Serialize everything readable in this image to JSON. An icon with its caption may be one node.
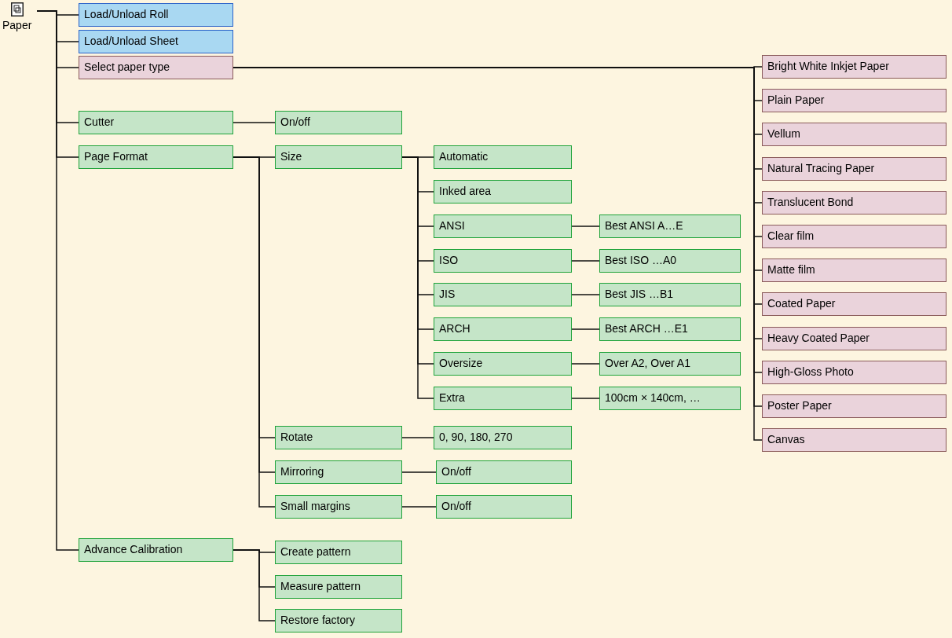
{
  "diagram": {
    "nodes": [
      {
        "text": [
          "Paper"
        ]
      },
      {
        "text": [
          "Load/Unload Roll"
        ]
      },
      {
        "text": [
          "Load/Unload Sheet"
        ]
      },
      {
        "text": [
          "Select paper type"
        ]
      },
      {
        "text": [
          "Bright White Inkjet Paper"
        ]
      },
      {
        "text": [
          "Plain Paper"
        ]
      },
      {
        "text": [
          "Vellum"
        ]
      },
      {
        "text": [
          "Natural Tracing Paper"
        ]
      },
      {
        "text": [
          "Translucent Bond"
        ]
      },
      {
        "text": [
          "Clear film"
        ]
      },
      {
        "text": [
          "Matte film"
        ]
      },
      {
        "text": [
          "Coated Paper"
        ]
      },
      {
        "text": [
          "Heavy Coated Paper"
        ]
      },
      {
        "text": [
          "High-Gloss Photo"
        ]
      },
      {
        "text": [
          "Poster Paper"
        ]
      },
      {
        "text": [
          "Canvas"
        ]
      },
      {
        "text": [
          "Cutter"
        ]
      },
      {
        "text": [
          "On/off"
        ]
      },
      {
        "text": [
          "Page Format"
        ]
      },
      {
        "text": [
          "Size"
        ]
      },
      {
        "text": [
          "Automatic"
        ]
      },
      {
        "text": [
          "Inked area"
        ]
      },
      {
        "text": [
          "ANSI"
        ]
      },
      {
        "text": [
          "Best ANSI A…E"
        ]
      },
      {
        "text": [
          "ISO"
        ]
      },
      {
        "text": [
          "Best ISO …A0"
        ]
      },
      {
        "text": [
          "JIS"
        ]
      },
      {
        "text": [
          "Best JIS …B1"
        ]
      },
      {
        "text": [
          "ARCH"
        ]
      },
      {
        "text": [
          "Best ARCH …E1"
        ]
      },
      {
        "text": [
          "Oversize"
        ]
      },
      {
        "text": [
          "Over A2, Over A1"
        ]
      },
      {
        "text": [
          "Extra"
        ]
      },
      {
        "text": [
          "100cm × 140cm, …"
        ]
      },
      {
        "text": [
          "Rotate"
        ]
      },
      {
        "text": [
          "0, 90, 180, 270"
        ]
      },
      {
        "text": [
          "Mirroring"
        ]
      },
      {
        "text": [
          "On/off"
        ]
      },
      {
        "text": [
          "Small margins"
        ]
      },
      {
        "text": [
          "On/off"
        ]
      },
      {
        "text": [
          "Advance Calibration"
        ]
      },
      {
        "text": [
          "Create pattern"
        ]
      },
      {
        "text": [
          "Measure pattern"
        ]
      },
      {
        "text": [
          "Restore factory"
        ]
      }
    ],
    "edges": [
      {
        "from": 0,
        "to": 1,
        "arrow": "none"
      },
      {
        "from": 0,
        "to": 2,
        "arrow": "none"
      },
      {
        "from": 0,
        "to": 3,
        "arrow": "none"
      },
      {
        "from": 3,
        "to": 4,
        "arrow": "none"
      },
      {
        "from": 3,
        "to": 5,
        "arrow": "none"
      },
      {
        "from": 3,
        "to": 6,
        "arrow": "none"
      },
      {
        "from": 3,
        "to": 7,
        "arrow": "none"
      },
      {
        "from": 3,
        "to": 8,
        "arrow": "none"
      },
      {
        "from": 3,
        "to": 9,
        "arrow": "none"
      },
      {
        "from": 3,
        "to": 10,
        "arrow": "none"
      },
      {
        "from": 3,
        "to": 11,
        "arrow": "none"
      },
      {
        "from": 3,
        "to": 12,
        "arrow": "none"
      },
      {
        "from": 3,
        "to": 13,
        "arrow": "none"
      },
      {
        "from": 3,
        "to": 14,
        "arrow": "none"
      },
      {
        "from": 3,
        "to": 15,
        "arrow": "none"
      },
      {
        "from": 0,
        "to": 16,
        "arrow": "none"
      },
      {
        "from": 16,
        "to": 17,
        "arrow": "none"
      },
      {
        "from": 0,
        "to": 18,
        "arrow": "none"
      },
      {
        "from": 18,
        "to": 19,
        "arrow": "none"
      },
      {
        "from": 19,
        "to": 20,
        "arrow": "none"
      },
      {
        "from": 19,
        "to": 21,
        "arrow": "none"
      },
      {
        "from": 19,
        "to": 22,
        "arrow": "none"
      },
      {
        "from": 22,
        "to": 23,
        "arrow": "none"
      },
      {
        "from": 19,
        "to": 24,
        "arrow": "none"
      },
      {
        "from": 24,
        "to": 25,
        "arrow": "none"
      },
      {
        "from": 19,
        "to": 26,
        "arrow": "none"
      },
      {
        "from": 26,
        "to": 27,
        "arrow": "none"
      },
      {
        "from": 19,
        "to": 28,
        "arrow": "none"
      },
      {
        "from": 28,
        "to": 29,
        "arrow": "none"
      },
      {
        "from": 19,
        "to": 30,
        "arrow": "none"
      },
      {
        "from": 30,
        "to": 31,
        "arrow": "none"
      },
      {
        "from": 19,
        "to": 32,
        "arrow": "none"
      },
      {
        "from": 32,
        "to": 33,
        "arrow": "none"
      },
      {
        "from": 18,
        "to": 34,
        "arrow": "none"
      },
      {
        "from": 34,
        "to": 35,
        "arrow": "none"
      },
      {
        "from": 18,
        "to": 36,
        "arrow": "none"
      },
      {
        "from": 36,
        "to": 37,
        "arrow": "none"
      },
      {
        "from": 18,
        "to": 38,
        "arrow": "none"
      },
      {
        "from": 38,
        "to": 39,
        "arrow": "none"
      },
      {
        "from": 0,
        "to": 40,
        "arrow": "none"
      },
      {
        "from": 40,
        "to": 41,
        "arrow": "none"
      },
      {
        "from": 40,
        "to": 42,
        "arrow": "none"
      },
      {
        "from": 40,
        "to": 43,
        "arrow": "none"
      }
    ]
  }
}
